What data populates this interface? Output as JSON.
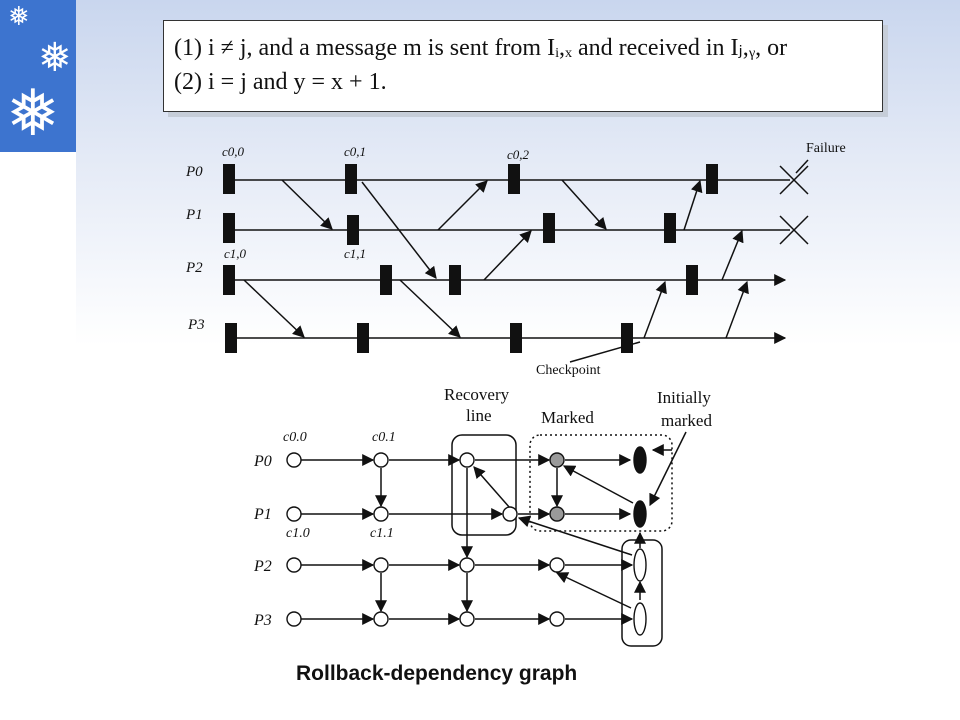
{
  "sidebar": {
    "flake_glyph": "❅"
  },
  "conditions": {
    "line1": "(1)   i ≠ j, and a message m is sent from Iᵢ,ₓ and received in Iⱼ,ᵧ, or",
    "line2": "(2)   i = j and y = x + 1."
  },
  "timeline": {
    "processes": [
      "P0",
      "P1",
      "P2",
      "P3"
    ],
    "checkpoint_labels": [
      "c0,0",
      "c0,1",
      "c0,2",
      "c1,0",
      "c1,1"
    ],
    "failure_label": "Failure",
    "checkpoint_legend": "Checkpoint"
  },
  "graph": {
    "processes": [
      "P0",
      "P1",
      "P2",
      "P3"
    ],
    "node_labels": [
      "c0.0",
      "c0.1",
      "c1.0",
      "c1.1"
    ],
    "recovery_label_1": "Recovery",
    "recovery_label_2": "line",
    "marked_label": "Marked",
    "initially_label_1": "Initially",
    "initially_label_2": "marked"
  },
  "caption": "Rollback-dependency graph",
  "colors": {
    "sidebar_blue": "#3d74cf",
    "marked_gray": "#9a9a9a"
  }
}
